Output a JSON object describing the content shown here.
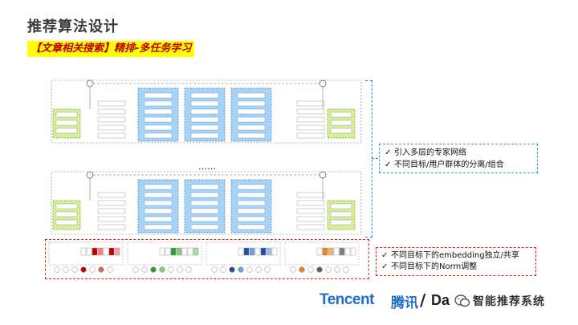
{
  "header": {
    "title": "推荐算法设计",
    "subtitle": "【文章相关搜索】精排-多任务学习"
  },
  "diagram": {
    "ellipsis": "……"
  },
  "callouts": {
    "expert": [
      "引入多层的专家网络",
      "不同目标/用户群体的分离/组合"
    ],
    "embedding": [
      "不同目标下的embedding独立/共享",
      "不同目标下的Norm调整"
    ]
  },
  "footer": {
    "logo": "Tencent",
    "logo_cn": "腾讯",
    "slash": "/",
    "brand2": "Da",
    "wechat": "智能推荐系统"
  },
  "colors": {
    "accent": "#1e6fc8",
    "highlight": "#ffff00",
    "subtitle_text": "#c00000",
    "tower_fill": "#a9d3f5",
    "expert_fill": "#d8ee9c",
    "callout_blue": "#2a9fd6",
    "callout_red": "#d62020"
  }
}
